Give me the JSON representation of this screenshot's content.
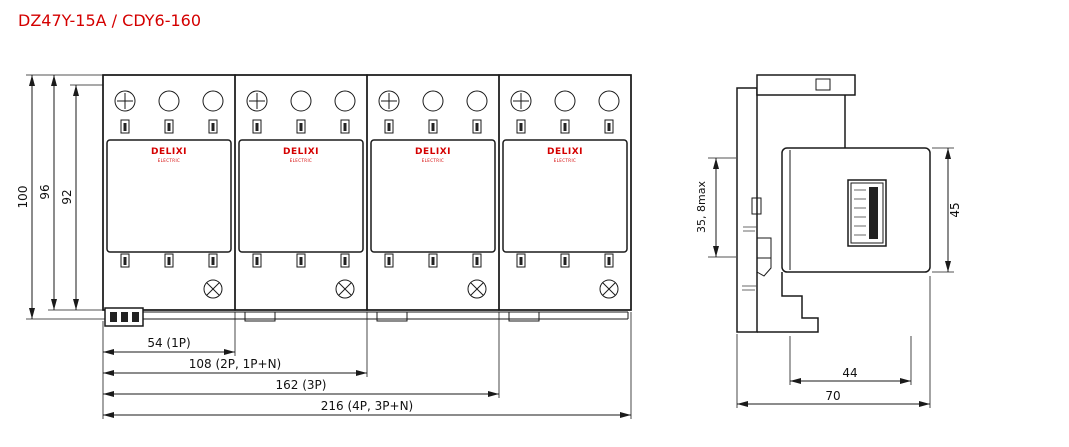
{
  "title": "DZ47Y-15A / CDY6-160",
  "colors": {
    "accent": "#d40000",
    "line": "#1a1a1a"
  },
  "front_view": {
    "brand": "DELIXI",
    "brand_sub": "ELECTRIC",
    "dim_height_outer": "100",
    "dim_height_mid": "96",
    "dim_height_inner": "92",
    "dim_width_1p": "54 (1P)",
    "dim_width_2p": "108 (2P, 1P+N)",
    "dim_width_3p": "162 (3P)",
    "dim_width_4p": "216 (4P, 3P+N)"
  },
  "side_view": {
    "dim_depth_front": "35, 8max",
    "dim_height_body": "45",
    "dim_width_foot": "44",
    "dim_width_total": "70"
  }
}
